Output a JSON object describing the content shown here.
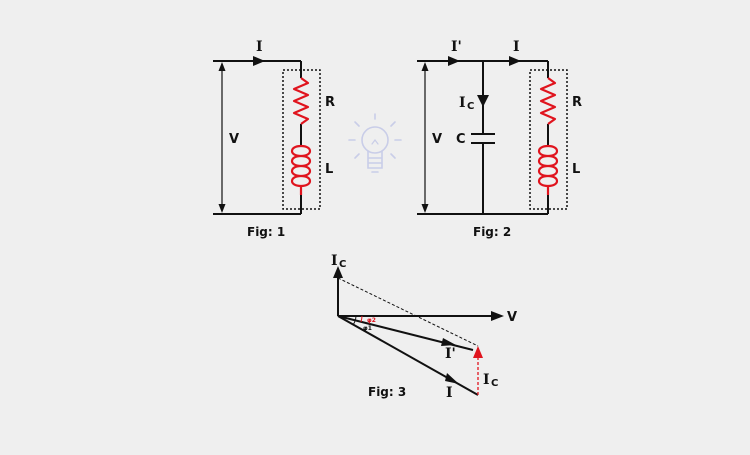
{
  "fig1": {
    "caption": "Fig: 1",
    "labels": {
      "current": "I",
      "voltage": "V",
      "resistor": "R",
      "inductor": "L"
    }
  },
  "fig2": {
    "caption": "Fig: 2",
    "labels": {
      "total_current": "I'",
      "branch_current": "I",
      "cap_current": "I",
      "cap_current_sub": "C",
      "capacitor": "C",
      "voltage": "V",
      "resistor": "R",
      "inductor": "L"
    }
  },
  "fig3": {
    "caption": "Fig: 3",
    "labels": {
      "ic_top": "I",
      "ic_top_sub": "C",
      "voltage": "V",
      "i_prime": "I'",
      "i": "I",
      "ic_right": "I",
      "ic_right_sub": "C",
      "phi2": "φ2",
      "phi1": "φ1"
    }
  },
  "colors": {
    "line": "#111111",
    "component": "#e0141e",
    "background": "#efefef",
    "bulb": "#c9cde8"
  },
  "icons": {
    "center": "lightbulb-icon"
  }
}
